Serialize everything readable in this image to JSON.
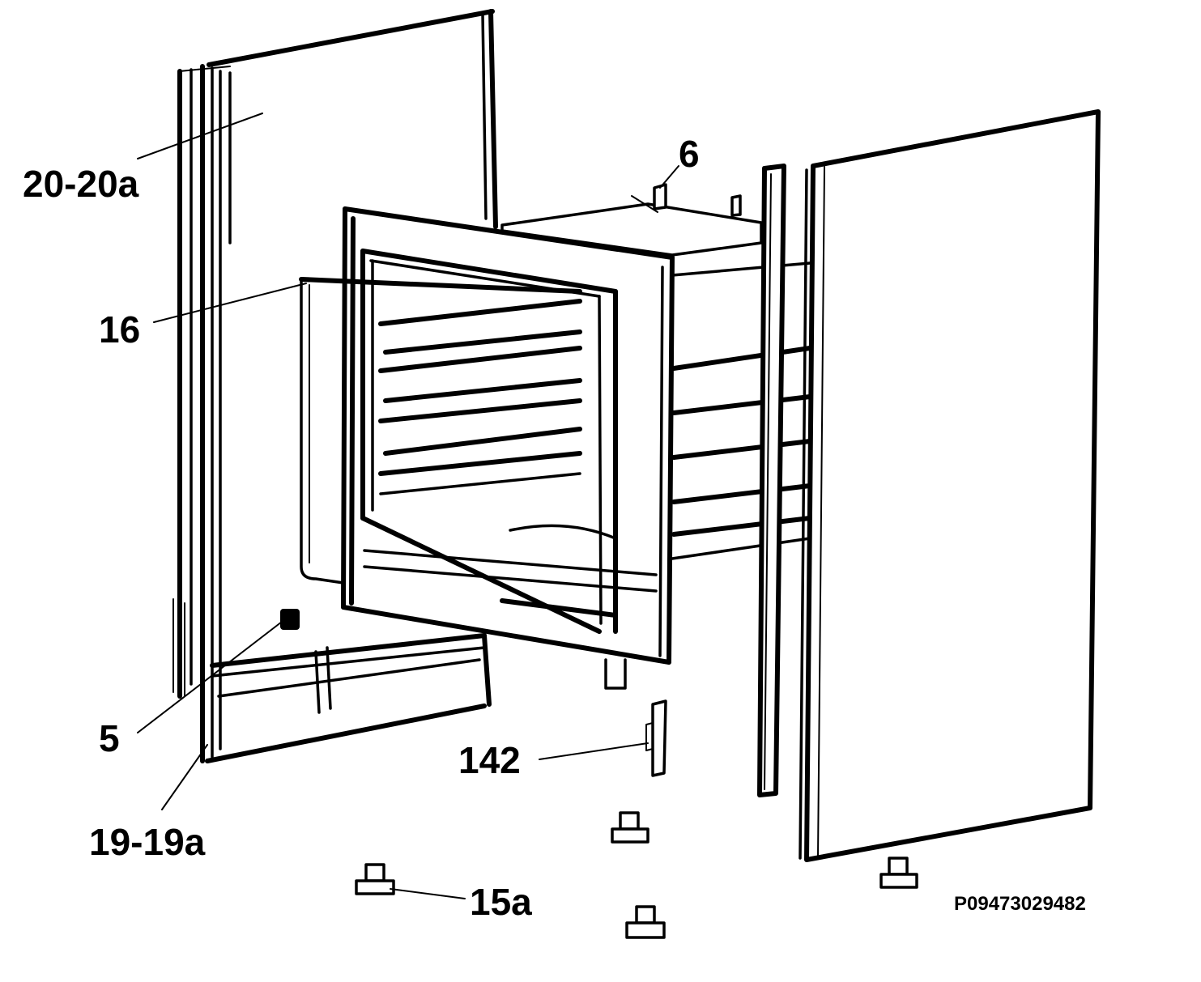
{
  "diagram": {
    "reference_code": "P09473029482",
    "callouts": [
      {
        "id": "20-20a",
        "label": "20-20a"
      },
      {
        "id": "6",
        "label": "6"
      },
      {
        "id": "16",
        "label": "16"
      },
      {
        "id": "5",
        "label": "5"
      },
      {
        "id": "19-19a",
        "label": "19-19a"
      },
      {
        "id": "142",
        "label": "142"
      },
      {
        "id": "15a",
        "label": "15a"
      }
    ]
  }
}
